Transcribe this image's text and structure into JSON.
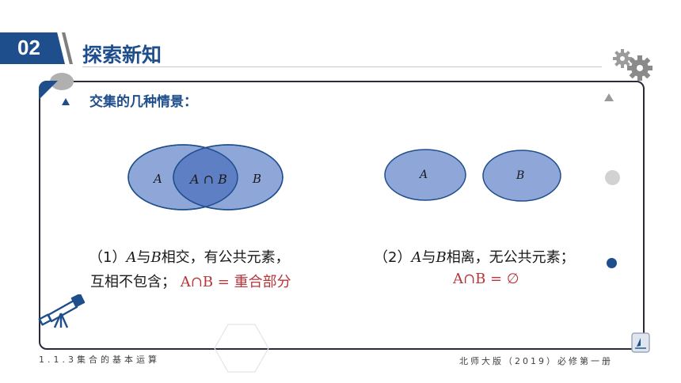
{
  "header": {
    "section_number": "02",
    "section_title": "探索新知"
  },
  "content": {
    "heading": "交集的几种情景：",
    "diagram1": {
      "label_a": "A",
      "label_b": "B",
      "label_intersection": "A ∩ B"
    },
    "diagram2": {
      "label_a": "A",
      "label_b": "B"
    },
    "caption1": {
      "prefix": "（1）",
      "var_a": "A",
      "text1": "与",
      "var_b": "B",
      "text2": "相交，有公共元素，",
      "line2": "互相不包含；",
      "formula": "A∩B = 重合部分"
    },
    "caption2": {
      "prefix": "（2）",
      "var_a": "A",
      "text1": "与",
      "var_b": "B",
      "text2": "相离，无公共元素；",
      "formula": "A∩B = ∅"
    }
  },
  "footer": {
    "left": "1.1.3集合的基本运算",
    "right": "北师大版（2019）必修第一册"
  },
  "colors": {
    "brand_blue": "#1f4e8c",
    "circle_fill": "#8ea6d8",
    "intersection_fill": "#5e7fc4",
    "formula_red": "#b8353a"
  },
  "icons": [
    "gear-icon",
    "telescope-icon",
    "book-icon"
  ]
}
